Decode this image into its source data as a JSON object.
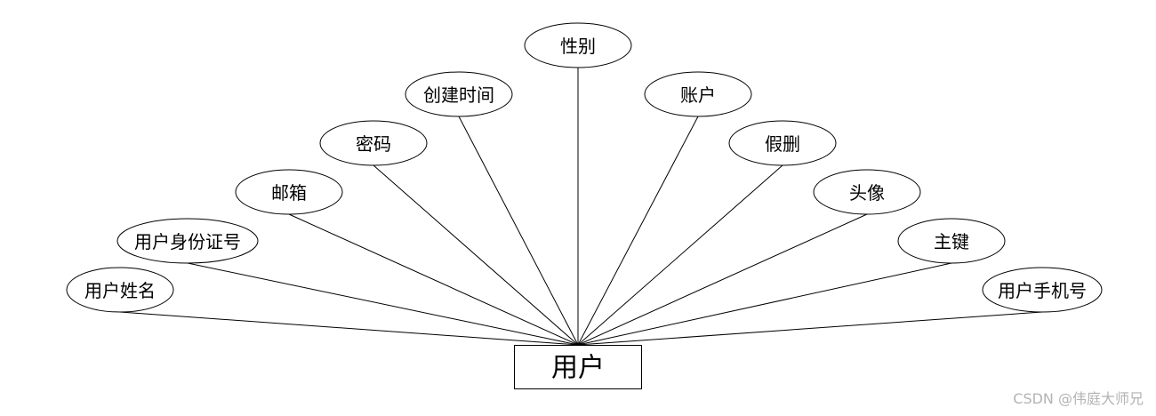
{
  "entity": {
    "label": "用户"
  },
  "attributes": [
    {
      "label": "用户姓名"
    },
    {
      "label": "用户身份证号"
    },
    {
      "label": "邮箱"
    },
    {
      "label": "密码"
    },
    {
      "label": "创建时间"
    },
    {
      "label": "性别"
    },
    {
      "label": "账户"
    },
    {
      "label": "假删"
    },
    {
      "label": "头像"
    },
    {
      "label": "主键"
    },
    {
      "label": "用户手机号"
    }
  ],
  "watermark": "CSDN @伟庭大师兄"
}
